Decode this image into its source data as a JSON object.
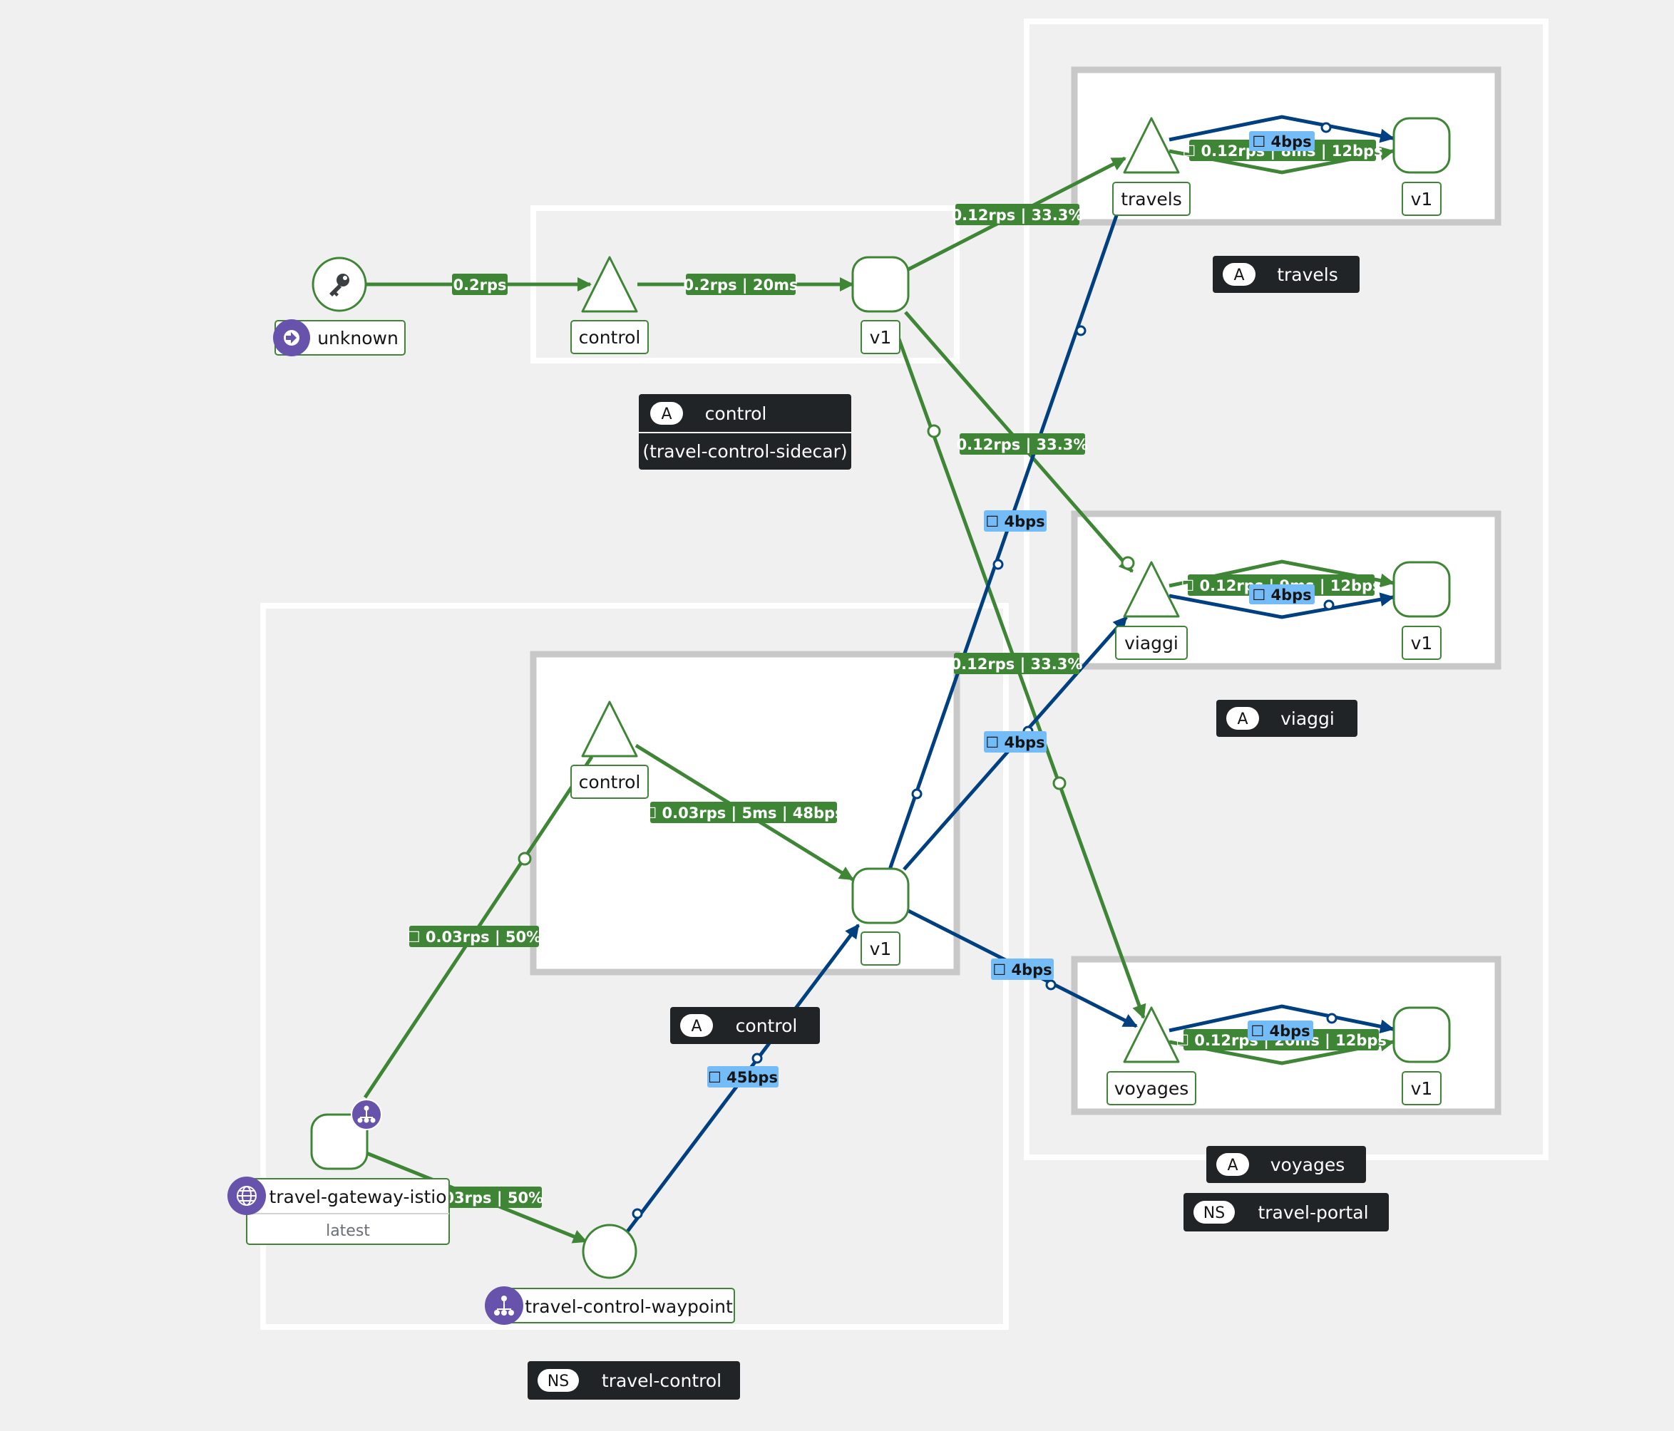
{
  "colors": {
    "background": "#f0f0f0",
    "healthy": "#3e8635",
    "tcp": "#004080",
    "tcp_label": "#73bcf7",
    "node_border": "#3e8635",
    "box_grey": "#c8c8c8",
    "badge_purple": "#6753ac",
    "group_label_bg": "#212427"
  },
  "namespaces": [
    {
      "badge": "NS",
      "name": "travel-control"
    },
    {
      "badge": "NS",
      "name": "travel-portal"
    }
  ],
  "apps": [
    {
      "badge": "A",
      "name": "control",
      "sub": "(travel-control-sidecar)"
    },
    {
      "badge": "A",
      "name": "control"
    },
    {
      "badge": "A",
      "name": "travels"
    },
    {
      "badge": "A",
      "name": "viaggi"
    },
    {
      "badge": "A",
      "name": "voyages"
    }
  ],
  "nodes": {
    "unknown": {
      "label": "unknown",
      "icon": "key-icon",
      "badge_icon": "ingress-arrow-icon"
    },
    "control_sidecar_service": {
      "label": "control"
    },
    "control_sidecar_v1": {
      "label": "v1"
    },
    "control_ambient_service": {
      "label": "control"
    },
    "control_ambient_v1": {
      "label": "v1"
    },
    "gateway": {
      "label": "travel-gateway-istio",
      "sublabel": "latest",
      "badge_icon": "globe-icon",
      "corner_icon": "waypoint-icon"
    },
    "waypoint": {
      "label": "travel-control-waypoint",
      "badge_icon": "waypoint-icon"
    },
    "travels_service": {
      "label": "travels"
    },
    "travels_v1": {
      "label": "v1"
    },
    "viaggi_service": {
      "label": "viaggi"
    },
    "viaggi_v1": {
      "label": "v1"
    },
    "voyages_service": {
      "label": "voyages"
    },
    "voyages_v1": {
      "label": "v1"
    }
  },
  "edges": [
    {
      "id": "unknown-control",
      "label": "0.2rps",
      "type": "http"
    },
    {
      "id": "control-v1",
      "label": "0.2rps | 20ms",
      "type": "http"
    },
    {
      "id": "v1-travels",
      "label": "0.12rps | 33.3%",
      "type": "http"
    },
    {
      "id": "v1-viaggi",
      "label": "0.12rps | 33.3%",
      "type": "http"
    },
    {
      "id": "v1-voyages",
      "label": "0.12rps | 33.3%",
      "type": "http"
    },
    {
      "id": "travels-svc-v1-http",
      "label": "☐ 0.12rps | 8ms | 12bps",
      "type": "http"
    },
    {
      "id": "travels-svc-v1-tcp",
      "label": "☐ 4bps",
      "type": "tcp"
    },
    {
      "id": "viaggi-svc-v1-http",
      "label": "☐ 0.12rps | 9ms | 12bps",
      "type": "http"
    },
    {
      "id": "viaggi-svc-v1-tcp",
      "label": "☐ 4bps",
      "type": "tcp"
    },
    {
      "id": "voyages-svc-v1-http",
      "label": "☐ 0.12rps | 20ms | 12bps",
      "type": "http"
    },
    {
      "id": "voyages-svc-v1-tcp",
      "label": "☐ 4bps",
      "type": "tcp"
    },
    {
      "id": "ambient-control-v1",
      "label": "☐ 0.03rps | 5ms | 48bps",
      "type": "http"
    },
    {
      "id": "gateway-control",
      "label": "☐ 0.03rps | 50%",
      "type": "http"
    },
    {
      "id": "gateway-waypoint",
      "label": "0.03rps | 50%",
      "type": "http"
    },
    {
      "id": "waypoint-v1",
      "label": "☐ 45bps",
      "type": "tcp"
    },
    {
      "id": "amb-v1-travels",
      "label": "☐ 4bps",
      "type": "tcp"
    },
    {
      "id": "amb-v1-viaggi",
      "label": "☐ 4bps",
      "type": "tcp"
    },
    {
      "id": "amb-v1-voyages",
      "label": "☐ 4bps",
      "type": "tcp"
    }
  ]
}
